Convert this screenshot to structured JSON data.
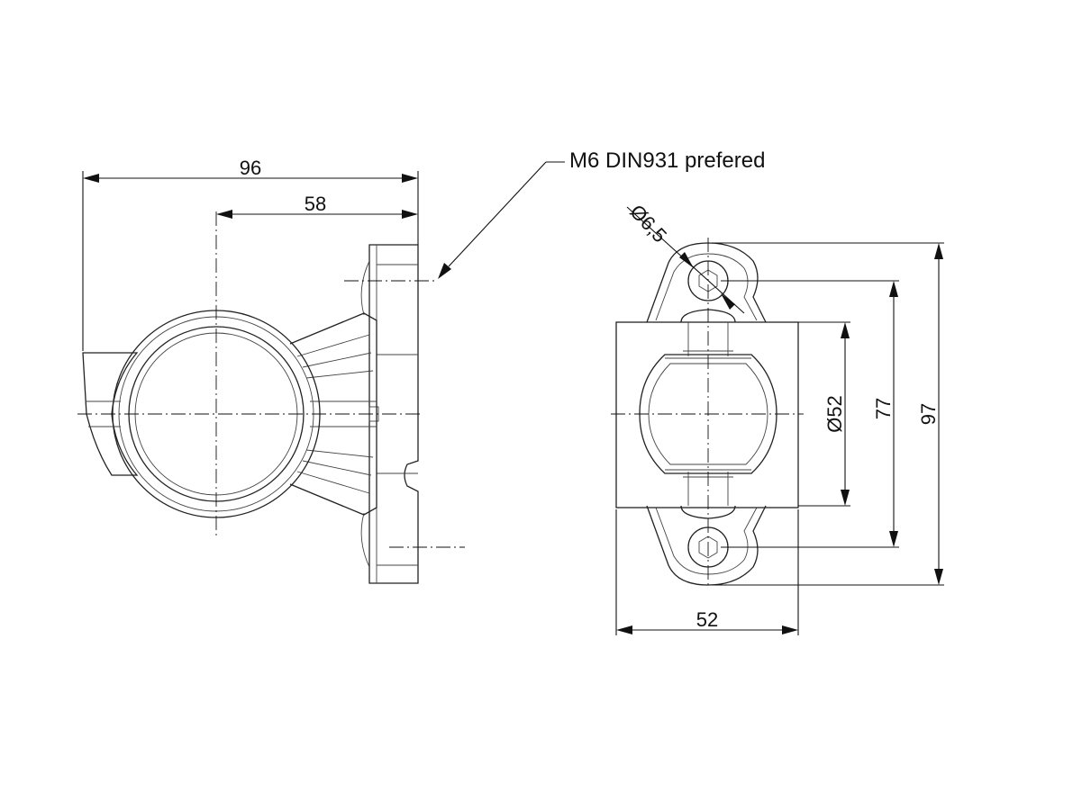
{
  "diagram": {
    "side_view": {
      "overall_width_label": "96",
      "center_offset_label": "58"
    },
    "note": {
      "text": "M6 DIN931 prefered"
    },
    "front_view": {
      "hole_diameter_label": "Ø6,5",
      "lens_diameter_label": "Ø52",
      "hole_spacing_label": "77",
      "overall_height_label": "97",
      "base_width_label": "52"
    },
    "colors": {
      "line": "#222222",
      "background": "#ffffff"
    }
  }
}
